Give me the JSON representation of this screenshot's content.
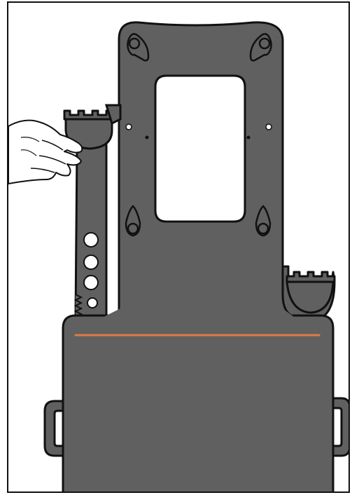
{
  "colors": {
    "body": "#606060",
    "body_shadow": "#4a4a4a",
    "outline": "#111111",
    "accent_line": "#e07a4a",
    "hole": "#ffffff",
    "skin": "#ffffff"
  },
  "icons": {
    "mount_knob": "knob-icon",
    "hand": "hand-icon",
    "cradle": "cradle-icon"
  },
  "parts": {
    "main_frame": "frame-plate",
    "top_plate": "top-plate",
    "base_unit": "base-unit",
    "slide_arm": "slide-arm",
    "right_cradle": "right-cradle",
    "left_cradle": "left-cradle",
    "left_handle": "left-handle",
    "right_handle": "right-handle"
  }
}
